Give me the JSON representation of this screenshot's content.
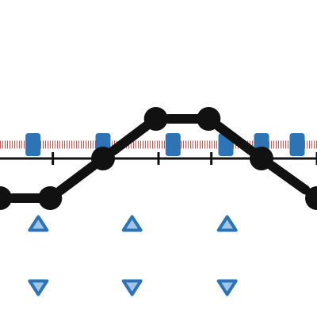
{
  "chart_data": {
    "type": "line",
    "title": "",
    "xlabel": "",
    "ylabel": "",
    "xlim": [
      0,
      12
    ],
    "ylim": [
      -4,
      4
    ],
    "grid": false,
    "axes_visible": {
      "x_axis_line": true,
      "x_ticks": true,
      "y_axis_line": false
    },
    "x_ticks": [
      2,
      6,
      8,
      12
    ],
    "series": [
      {
        "type": "line",
        "style": "dotted-thick",
        "color": "#d9534f",
        "x": [
          0,
          12
        ],
        "y": [
          0.35,
          0.35
        ]
      },
      {
        "type": "scatter",
        "marker": "square",
        "color": "#2e74b5",
        "x": [
          1.25,
          3.9,
          6.55,
          8.55,
          9.9,
          11.25
        ],
        "y": [
          0.35,
          0.35,
          0.35,
          0.35,
          0.35,
          0.35
        ]
      },
      {
        "type": "line",
        "style": "dashed-segments",
        "marker": "circle",
        "color": "#111111",
        "x": [
          0,
          1.9,
          3.9,
          5.9,
          7.9,
          9.9,
          12
        ],
        "y": [
          -1,
          -1,
          0,
          1,
          1,
          0,
          -1
        ]
      },
      {
        "type": "scatter",
        "marker": "triangle-up",
        "color": "#2e74b5",
        "fill": "#9ec5ea",
        "x": [
          1.45,
          5.0,
          8.6
        ],
        "y": [
          -1.65,
          -1.65,
          -1.65
        ]
      },
      {
        "type": "scatter",
        "marker": "triangle-down",
        "color": "#2e74b5",
        "fill": "#9ec5ea",
        "x": [
          1.45,
          5.0,
          8.6
        ],
        "y": [
          -3.25,
          -3.25,
          -3.25
        ]
      }
    ]
  }
}
